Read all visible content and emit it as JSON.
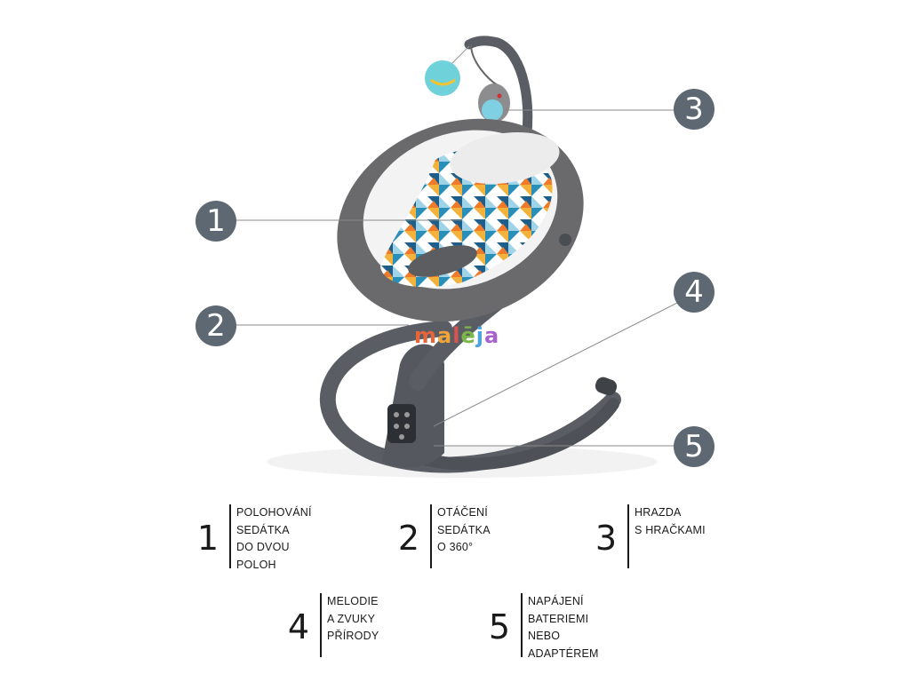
{
  "callouts": [
    "1",
    "2",
    "3",
    "4",
    "5"
  ],
  "watermark": {
    "text": "maleja",
    "letters": [
      "m",
      "a",
      "l",
      "ē",
      "j",
      "a"
    ],
    "colors": [
      "#e8643a",
      "#f0a43a",
      "#d9534f",
      "#7ab648",
      "#4aa3df",
      "#a663cc"
    ]
  },
  "colors": {
    "callout": "#5e6873",
    "frame": "#5a5e64",
    "fabric": "#6a6a6c",
    "leader": "#888888"
  },
  "legend": [
    {
      "number": "1",
      "lines": [
        "POLOHOVÁNÍ",
        "SEDÁTKA",
        "DO DVOU",
        "POLOH"
      ]
    },
    {
      "number": "2",
      "lines": [
        "OTÁČENÍ",
        "SEDÁTKA",
        "O 360°"
      ]
    },
    {
      "number": "3",
      "lines": [
        "HRAZDA",
        "S HRAČKAMI"
      ]
    },
    {
      "number": "4",
      "lines": [
        "MELODIE",
        "A ZVUKY",
        "PŘÍRODY"
      ]
    },
    {
      "number": "5",
      "lines": [
        "NAPÁJENÍ",
        "BATERIEMI",
        "NEBO",
        "ADAPTÉREM"
      ]
    }
  ]
}
